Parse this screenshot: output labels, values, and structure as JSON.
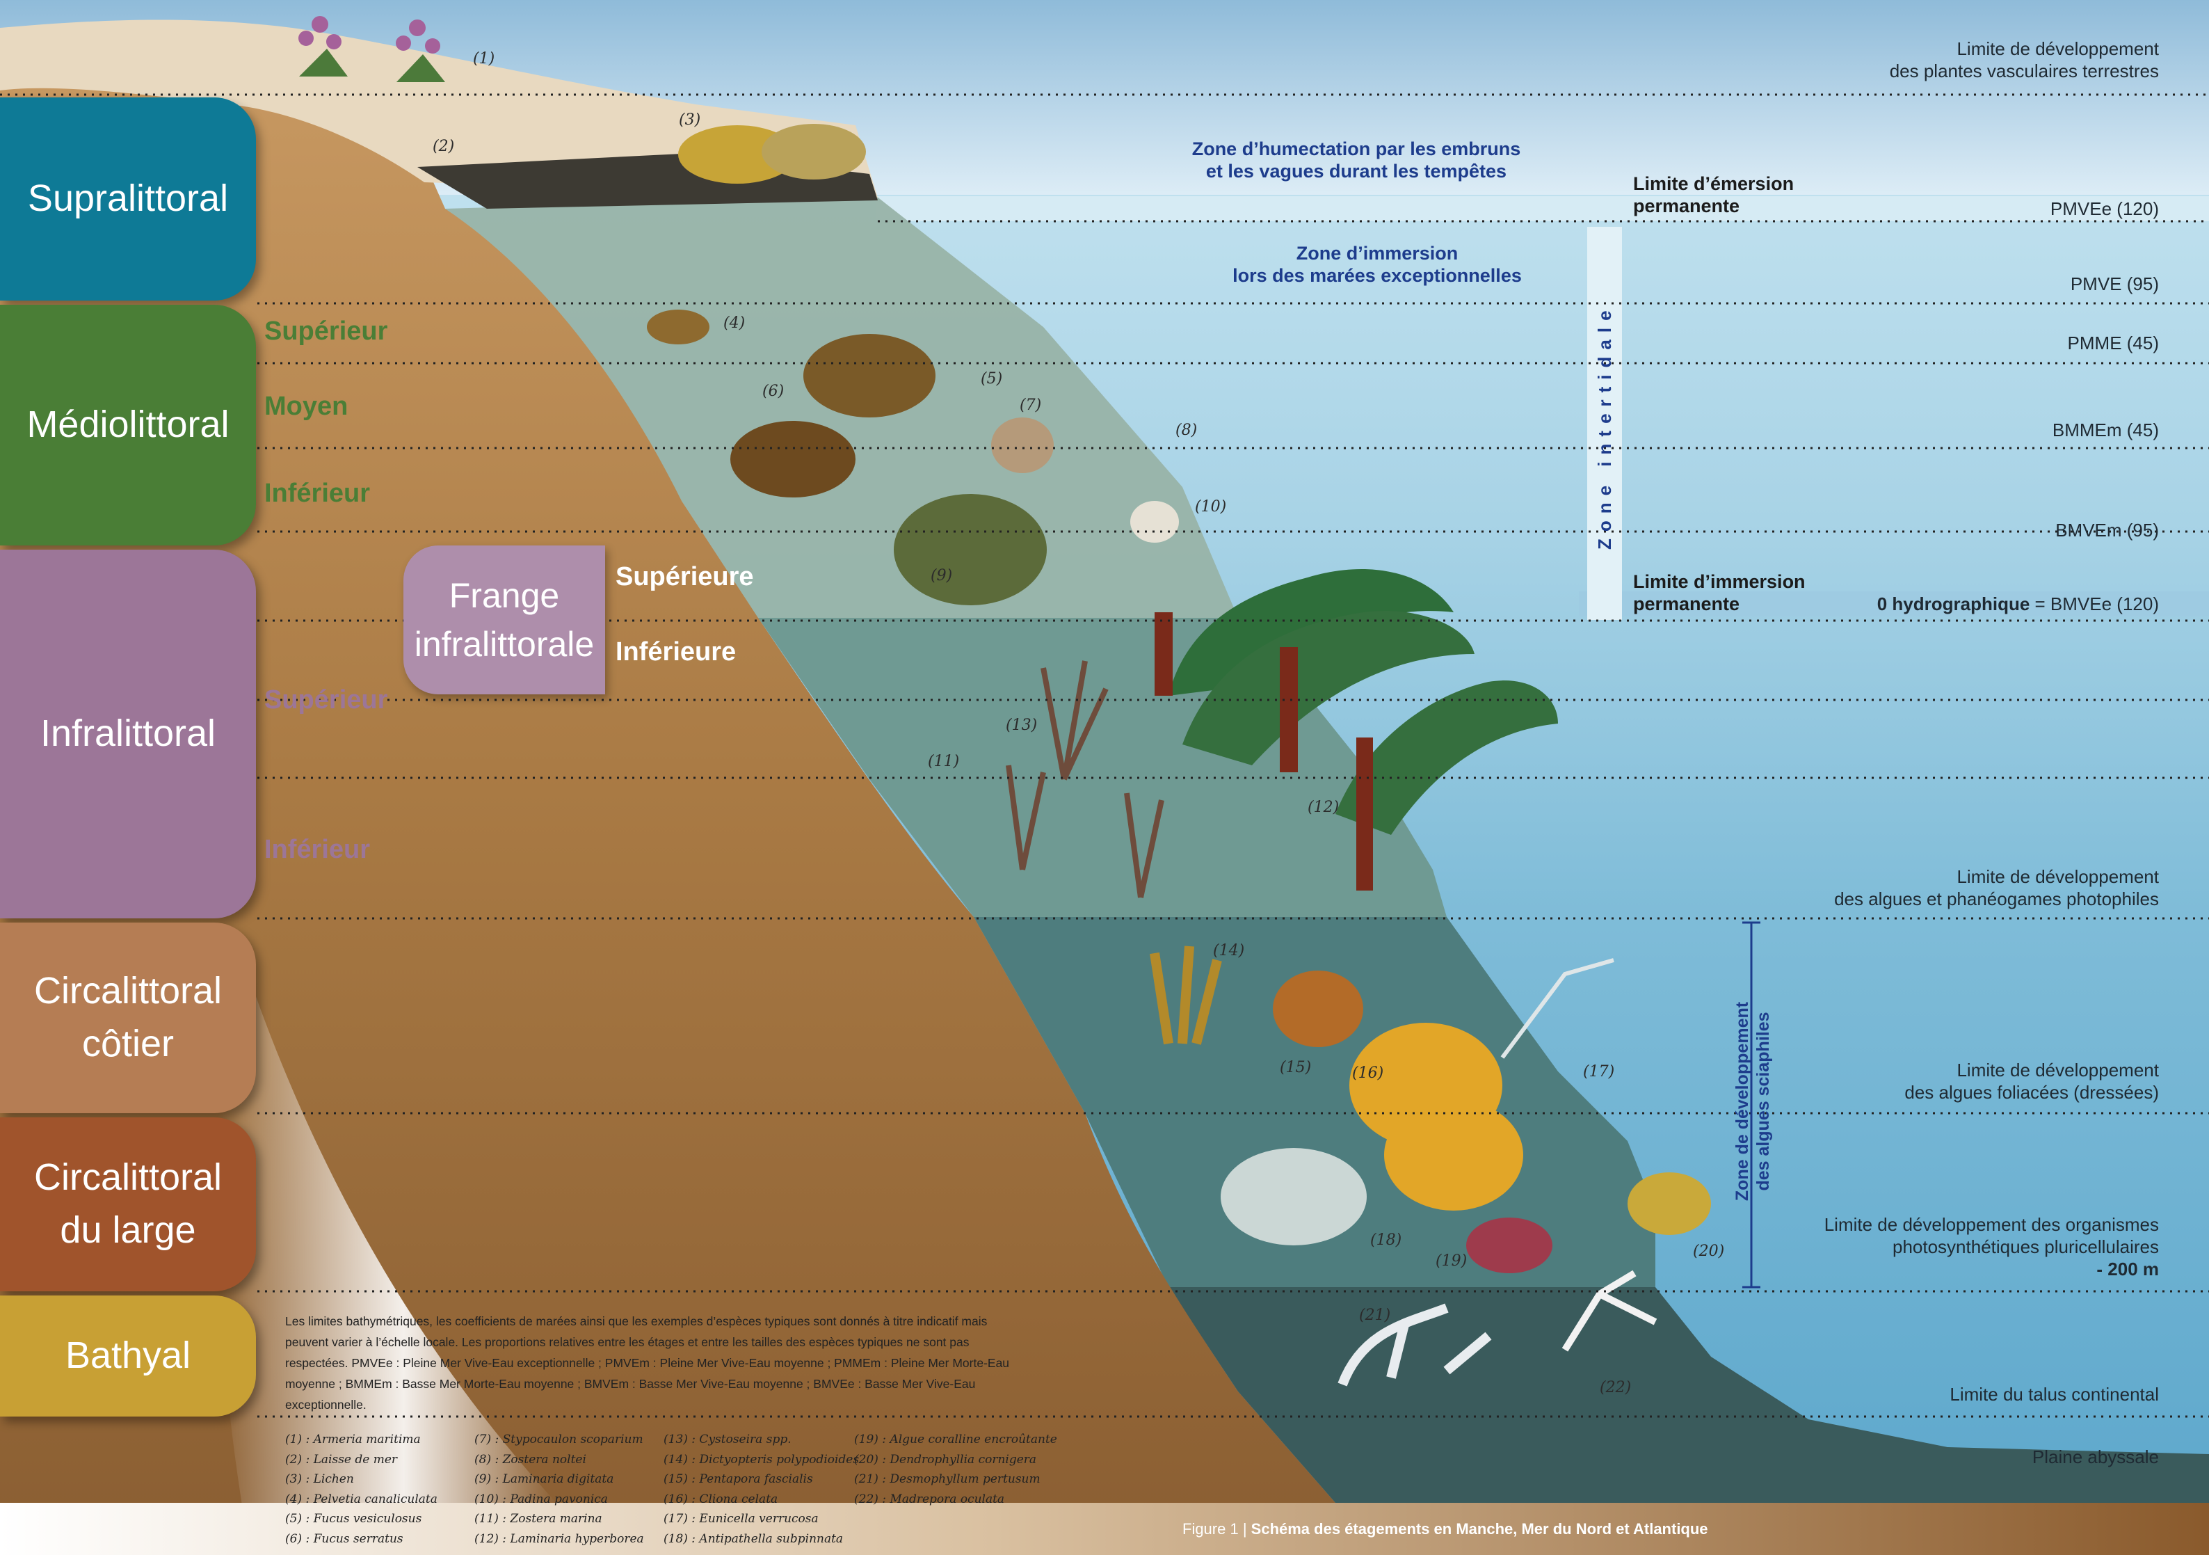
{
  "zones": [
    {
      "key": "supra",
      "lines": [
        "Supralittoral"
      ],
      "color": "#0e7a96"
    },
    {
      "key": "medio",
      "lines": [
        "Médiolittoral"
      ],
      "color": "#4a7e36"
    },
    {
      "key": "infra",
      "lines": [
        "Infralittoral"
      ],
      "color": "#9c7698"
    },
    {
      "key": "circa-cotier",
      "lines": [
        "Circalittoral",
        "côtier"
      ],
      "color": "#b57d54"
    },
    {
      "key": "circa-large",
      "lines": [
        "Circalittoral",
        "du large"
      ],
      "color": "#a0542c"
    },
    {
      "key": "bathyal",
      "lines": [
        "Bathyal"
      ],
      "color": "#c8a034"
    }
  ],
  "frange": {
    "lines": [
      "Frange",
      "infralittorale"
    ],
    "color": "#ae8eab"
  },
  "sublevels": {
    "medio": [
      "Supérieur",
      "Moyen",
      "Inférieur"
    ],
    "frange": [
      "Supérieure",
      "Inférieure"
    ],
    "infra": [
      "Supérieur",
      "Inférieur"
    ]
  },
  "levels": [
    {
      "lines": [
        "Limite de développement",
        "des plantes vasculaires terrestres"
      ]
    },
    {
      "lines": [
        "PMVEe (120)"
      ]
    },
    {
      "lines": [
        "PMVE (95)"
      ]
    },
    {
      "lines": [
        "PMME (45)"
      ]
    },
    {
      "lines": [
        "BMMEm (45)"
      ]
    },
    {
      "lines": [
        "BMVEm (95)"
      ]
    },
    {
      "bold": "0 hydrographique",
      "rest": " = BMVEe (120)"
    },
    {
      "lines": [
        "Limite de développement",
        "des algues et phanéogames photophiles"
      ]
    },
    {
      "lines": [
        "Limite de développement",
        "des algues foliacées (dressées)"
      ]
    },
    {
      "lines": [
        "Limite de développement des organismes",
        "photosynthétiques pluricellulaires"
      ],
      "extra": "- 200 m"
    },
    {
      "lines": [
        "Limite du talus continental"
      ]
    },
    {
      "lines": [
        "Plaine abyssale"
      ]
    }
  ],
  "zone_labels": {
    "embruns": [
      "Zone d’humectation par les embruns",
      "et les vagues durant les tempêtes"
    ],
    "immersion": [
      "Zone d’immersion",
      "lors des marées exceptionnelles"
    ],
    "intertidale": "Zone intertidale",
    "sciaphiles": [
      "Zone de développement",
      "des algues sciaphiles"
    ]
  },
  "limits": {
    "emersion": [
      "Limite d’émersion",
      "permanente"
    ],
    "immersion": [
      "Limite d’immersion",
      "permanente"
    ]
  },
  "species_numbers": [
    "(1)",
    "(2)",
    "(3)",
    "(4)",
    "(5)",
    "(6)",
    "(7)",
    "(8)",
    "(9)",
    "(10)",
    "(11)",
    "(12)",
    "(13)",
    "(14)",
    "(15)",
    "(16)",
    "(17)",
    "(18)",
    "(19)",
    "(20)",
    "(21)",
    "(22)"
  ],
  "note": "Les limites bathymétriques, les coefficients de marées ainsi que les exemples d’espèces typiques sont donnés à titre indicatif mais peuvent varier à l’échelle locale. Les proportions relatives entre les étages et entre les tailles des espèces typiques ne sont pas respectées. PMVEe : Pleine Mer Vive-Eau exceptionnelle ; PMVEm : Pleine Mer Vive-Eau moyenne ; PMMEm : Pleine Mer Morte-Eau moyenne ; BMMEm : Basse Mer Morte-Eau moyenne ; BMVEm : Basse Mer Vive-Eau moyenne ; BMVEe : Basse Mer Vive-Eau exceptionnelle.",
  "legend": [
    [
      "(1) : Armeria maritima",
      "(2) : Laisse de mer",
      "(3) : Lichen",
      "(4) : Pelvetia canaliculata",
      "(5) : Fucus vesiculosus",
      "(6) : Fucus serratus"
    ],
    [
      "(7) : Stypocaulon scoparium",
      "(8) : Zostera noltei",
      "(9) : Laminaria digitata",
      "(10) : Padina pavonica",
      "(11) : Zostera marina",
      "(12) : Laminaria hyperborea"
    ],
    [
      "(13) : Cystoseira spp.",
      "(14) : Dictyopteris polypodioides",
      "(15) : Pentapora fascialis",
      "(16) : Cliona celata",
      "(17) : Eunicella verrucosa",
      "(18) : Antipathella subpinnata"
    ],
    [
      "(19) : Algue coralline encroûtante",
      "(20) : Dendrophyllia cornigera",
      "(21) : Desmophyllum pertusum",
      "(22) : Madrepora oculata"
    ]
  ],
  "caption": {
    "prefix": "Figure 1  |  ",
    "title": "Schéma des étagements en Manche, Mer du Nord et Atlantique"
  },
  "colors": {
    "sky": "#9ec7e2",
    "water_light": "#b8dbea",
    "water_mid": "#7fbcd8",
    "seabed": "#a97a44",
    "sand": "#e8d9c0",
    "zone_blue_text": "#1d3c8c"
  }
}
